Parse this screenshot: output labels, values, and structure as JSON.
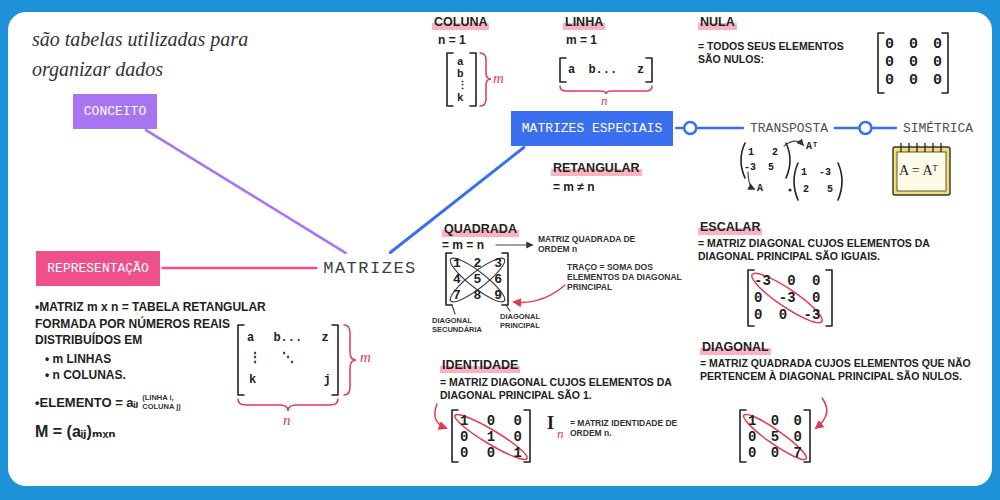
{
  "diagram": {
    "nodes": [
      {
        "text": [
          "MATRIZES"
        ]
      },
      {
        "text": [
          "CONCEITO"
        ]
      },
      {
        "text": [
          "REPRESENTAÇÃO"
        ]
      },
      {
        "text": [
          "MATRIZES ESPECIAIS"
        ]
      },
      {
        "text": [
          "TRANSPOSTA"
        ]
      },
      {
        "text": [
          "SIMÉTRICA"
        ]
      }
    ],
    "edges": [
      {
        "from": 0,
        "to": 1,
        "arrow": "none"
      },
      {
        "from": 0,
        "to": 2,
        "arrow": "none"
      },
      {
        "from": 0,
        "to": 3,
        "arrow": "none"
      },
      {
        "from": 3,
        "to": 4,
        "arrow": "none"
      },
      {
        "from": 4,
        "to": 5,
        "arrow": "none"
      }
    ],
    "labels": [
      "são tabelas utilizadas para organizar dados",
      "•MATRIZ m x n = TABELA RETANGULAR",
      "FORMADA POR NÚMEROS REAIS DISTRIBUÍDOS EM",
      "• m LINHAS",
      "• n COLUNAS.",
      "•ELEMENTO = aᵢⱼ",
      "(LINHA i, COLUNA j)",
      "M = (aᵢⱼ)ₘₓₙ",
      "a b... z",
      "⋮ ⋱",
      "k j",
      "m",
      "n",
      "COLUNA",
      "n = 1",
      "a",
      "b",
      "⋮",
      "k",
      "m",
      "LINHA",
      "m = 1",
      "a b...",
      "z",
      "n",
      "NULA",
      "= TODOS SEUS ELEMENTOS SÃO NULOS:",
      "0 0 0",
      "0 0 0",
      "0 0 0",
      "1 2",
      "-3 5",
      "Aᵀ",
      "A",
      "1 -3",
      "2 5",
      "A = Aᵀ",
      "RETANGULAR",
      "= m ≠ n",
      "QUADRADA",
      "= m = n",
      "MATRIZ QUADRADA DE ORDEM n",
      "1 2 3",
      "4 5 6",
      "7 8 9",
      "TRAÇO = SOMA DOS ELEMENTOS DA DIAGONAL PRINCIPAL",
      "DIAGONAL SECUNDÁRIA",
      "DIAGONAL PRINCIPAL",
      "ESCALAR",
      "= MATRIZ DIAGONAL CUJOS ELEMENTOS DA DIAGONAL PRINCIPAL SÃO IGUAIS.",
      "-3 0 0",
      "0 -3 0",
      "0 0 -3",
      "IDENTIDADE",
      "= MATRIZ DIAGONAL CUJOS ELEMENTOS DA DIAGONAL PRINCIPAL SÃO 1.",
      "1 0 0",
      "0 1 0",
      "0 0 1",
      "I",
      "n",
      "= MATRIZ IDENTIDADE DE ORDEM n.",
      "DIAGONAL",
      "= MATRIZ QUADRADA CUJOS ELEMENTOS QUE NÃO PERTENCEM À DIAGONAL PRINCIPAL SÃO NULOS.",
      "1 0 0",
      "0 5 0",
      "0 0 7"
    ]
  }
}
